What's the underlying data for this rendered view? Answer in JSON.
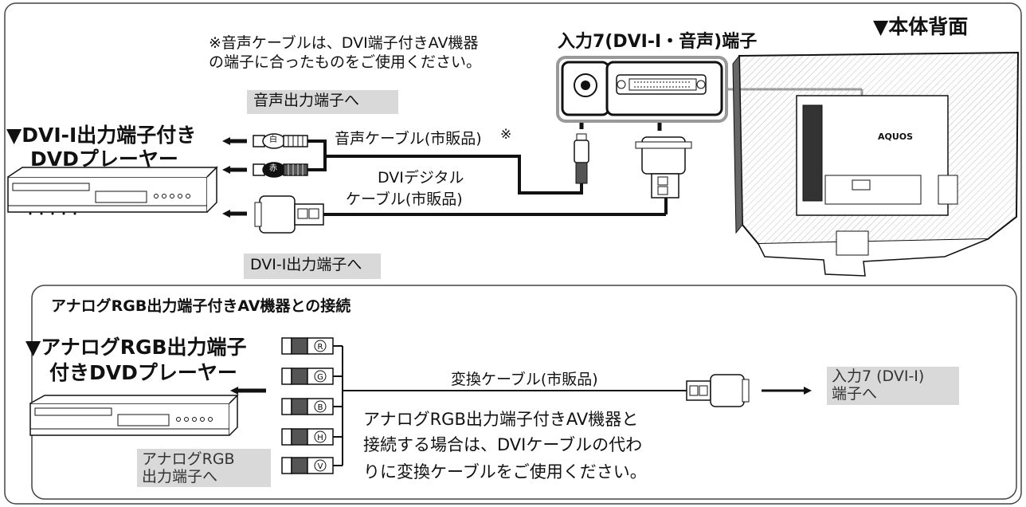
{
  "top": {
    "note_line1": "※音声ケーブルは、DVI端子付きAV機器",
    "note_line2": "の端子に合ったものをご使用ください。",
    "input7_label": "入力7(DVI-I・音声)端子",
    "rear_label": "▼本体背面",
    "audio_out_tag": "音声出力端子へ",
    "player_title_line1": "▼DVI-I出力端子付き",
    "player_title_line2": "DVDプレーヤー",
    "audio_cable_label": "音声ケーブル(市販品)",
    "audio_cable_mark": "※",
    "dvi_cable_line1": "DVIデジタル",
    "dvi_cable_line2": "ケーブル(市販品)",
    "dvi_out_tag": "DVI-I出力端子へ",
    "tv_logo": "AQUOS",
    "plug_white": "白",
    "plug_red": "赤"
  },
  "bottom": {
    "section_title": "アナログRGB出力端子付きAV機器との接続",
    "player_title_line1": "▼アナログRGB出力端子",
    "player_title_line2": "付きDVDプレーヤー",
    "connector_letters": [
      "R",
      "G",
      "B",
      "H",
      "V"
    ],
    "converter_label": "変換ケーブル(市販品)",
    "dest_line1": "入力7 (DVI-I)",
    "dest_line2": "端子へ",
    "rgb_tag_line1": "アナログRGB",
    "rgb_tag_line2": "出力端子へ",
    "desc_line1": "アナログRGB出力端子付きAV機器と",
    "desc_line2": "接続する場合は、DVIケーブルの代わ",
    "desc_line3": "りに変換ケーブルをご使用ください。"
  }
}
